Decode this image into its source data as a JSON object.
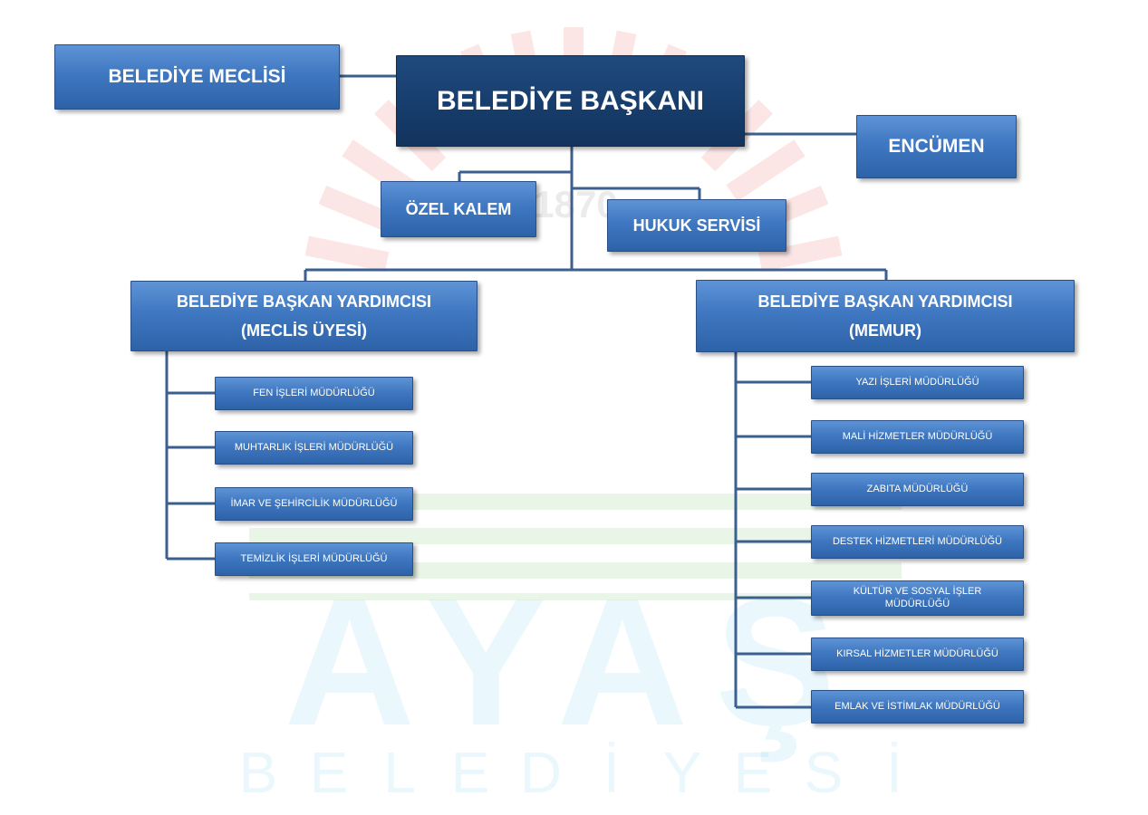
{
  "watermark": {
    "year": "1870",
    "word": "AYAŞ",
    "letters": [
      "B",
      "E",
      "L",
      "E",
      "D",
      "İ",
      "Y",
      "E",
      "S",
      "İ"
    ],
    "colors": {
      "red": "#e6463c",
      "blue": "#5cc3ea",
      "green": "#5cb84a"
    }
  },
  "org": {
    "baskan": "BELEDİYE BAŞKANI",
    "meclis": "BELEDİYE MECLİSİ",
    "encumen": "ENCÜMEN",
    "ozel_kalem": "ÖZEL KALEM",
    "hukuk": "HUKUK SERVİSİ",
    "yardimci_left": {
      "line1": "BELEDİYE BAŞKAN YARDIMCISI",
      "line2": "(MECLİS ÜYESİ)"
    },
    "yardimci_right": {
      "line1": "BELEDİYE BAŞKAN YARDIMCISI",
      "line2": "(MEMUR)"
    },
    "left_units": [
      "FEN İŞLERİ MÜDÜRLÜĞÜ",
      "MUHTARLIK İŞLERİ MÜDÜRLÜĞÜ",
      "İMAR VE ŞEHİRCİLİK MÜDÜRLÜĞÜ",
      "TEMİZLİK İŞLERİ MÜDÜRLÜĞÜ"
    ],
    "right_units": [
      "YAZI İŞLERİ MÜDÜRLÜĞÜ",
      "MALİ HİZMETLER MÜDÜRLÜĞÜ",
      "ZABITA MÜDÜRLÜĞÜ",
      "DESTEK HİZMETLERİ MÜDÜRLÜĞÜ",
      "KÜLTÜR VE SOSYAL İŞLER MÜDÜRLÜĞÜ",
      "KIRSAL HİZMETLER MÜDÜRLÜĞÜ",
      "EMLAK VE İSTİMLAK MÜDÜRLÜĞÜ"
    ]
  }
}
